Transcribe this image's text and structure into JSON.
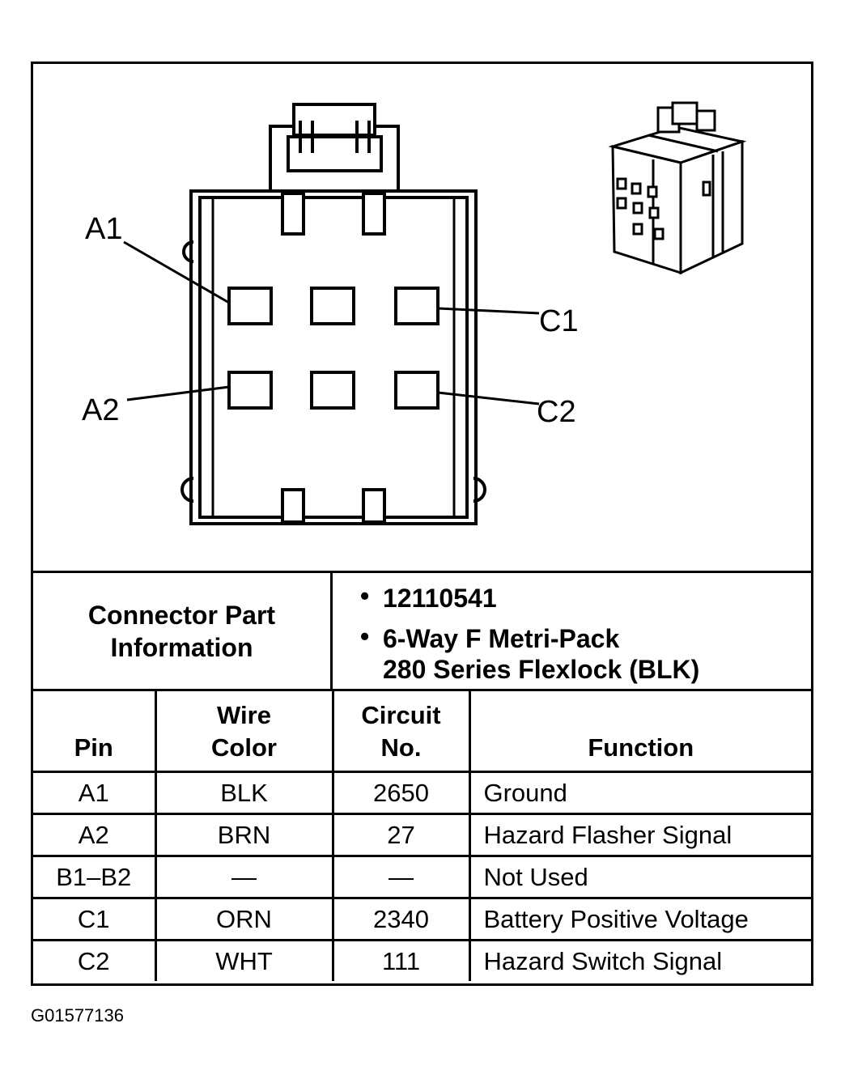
{
  "pin_labels": {
    "a1": "A1",
    "a2": "A2",
    "c1": "C1",
    "c2": "C2"
  },
  "connector_info": {
    "label_line1": "Connector Part",
    "label_line2": "Information",
    "part_number": "12110541",
    "description_line1": "6-Way F Metri-Pack",
    "description_line2": "280 Series Flexlock (BLK)"
  },
  "table": {
    "headers": {
      "pin": "Pin",
      "wire_color_line1": "Wire",
      "wire_color_line2": "Color",
      "circuit_line1": "Circuit",
      "circuit_line2": "No.",
      "function": "Function"
    },
    "rows": [
      {
        "pin": "A1",
        "wire_color": "BLK",
        "circuit": "2650",
        "function": "Ground"
      },
      {
        "pin": "A2",
        "wire_color": "BRN",
        "circuit": "27",
        "function": "Hazard Flasher Signal"
      },
      {
        "pin": "B1–B2",
        "wire_color": "—",
        "circuit": "—",
        "function": "Not Used"
      },
      {
        "pin": "C1",
        "wire_color": "ORN",
        "circuit": "2340",
        "function": "Battery Positive Voltage"
      },
      {
        "pin": "C2",
        "wire_color": "WHT",
        "circuit": "111",
        "function": "Hazard Switch Signal"
      }
    ]
  },
  "figure_id": "G01577136"
}
